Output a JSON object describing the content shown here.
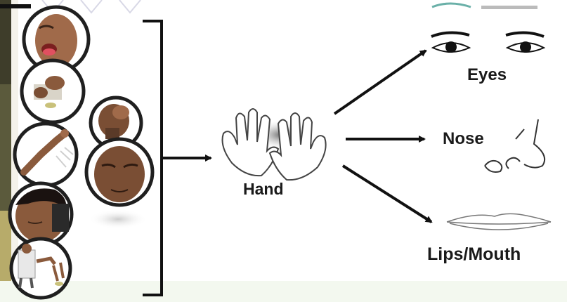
{
  "labels": {
    "hand": "Hand",
    "eyes": "Eyes",
    "nose": "Nose",
    "lips": "Lips/Mouth"
  },
  "icons": [
    "cough-face-icon",
    "contaminated-surface-icon",
    "hand-on-face-icon",
    "sneeze-arm-icon",
    "ill-person-icon",
    "sick-child-icon",
    "coughing-person-icon",
    "hands-icon",
    "eyes-icon",
    "nose-icon",
    "lips-icon"
  ],
  "colors": {
    "line": "#111111",
    "circle_border": "#1f1f1f",
    "skin": "#8a5a3c",
    "background": "#ffffff"
  }
}
